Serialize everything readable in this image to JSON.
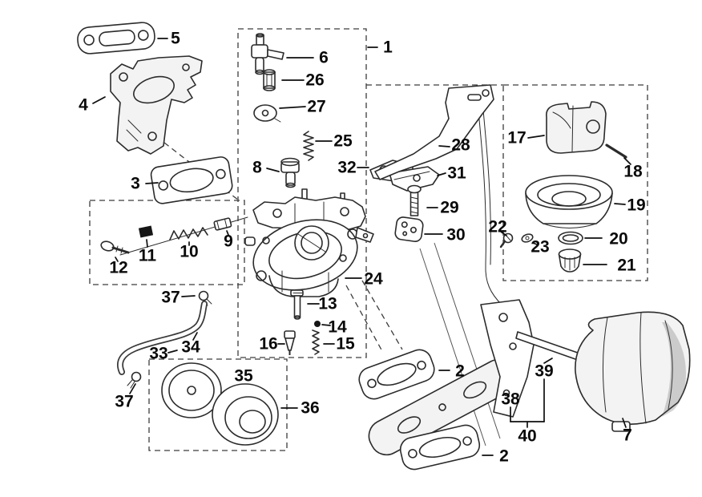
{
  "figure": {
    "background_color": "#ffffff",
    "line_color": "#2b2b2b",
    "shade_color": "#f3f3f3",
    "solid_part_color": "#161616"
  },
  "callouts": {
    "c1": "1",
    "c2_upper": "2",
    "c2_lower": "2",
    "c3": "3",
    "c4": "4",
    "c5": "5",
    "c6": "6",
    "c7": "7",
    "c8": "8",
    "c9": "9",
    "c10": "10",
    "c11": "11",
    "c12": "12",
    "c13": "13",
    "c14": "14",
    "c15": "15",
    "c16": "16",
    "c17": "17",
    "c18": "18",
    "c19": "19",
    "c20": "20",
    "c21": "21",
    "c22": "22",
    "c23": "23",
    "c24": "24",
    "c25": "25",
    "c26": "26",
    "c27": "27",
    "c28": "28",
    "c29": "29",
    "c30": "30",
    "c31": "31",
    "c32": "32",
    "c33": "33",
    "c34": "34",
    "c35": "35",
    "c36": "36",
    "c37_upper": "37",
    "c37_lower": "37",
    "c38": "38",
    "c39": "39",
    "c40": "40"
  }
}
